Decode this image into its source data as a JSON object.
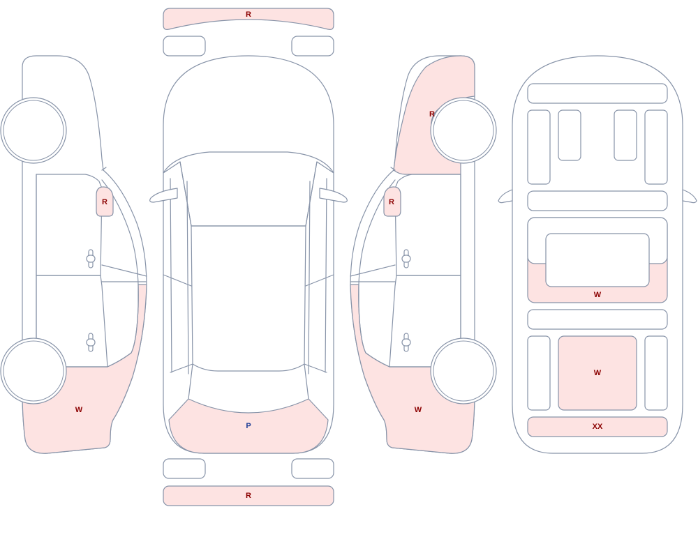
{
  "colors": {
    "damage_fill": "#fde3e2",
    "outline": "#8793a8",
    "code_red": "#8b0000",
    "code_blue": "#1f3f96"
  },
  "markers": {
    "front_bumper": {
      "code": "R",
      "color": "code_red"
    },
    "rear_bumper": {
      "code": "R",
      "color": "code_red"
    },
    "hood_front": {
      "code": "P",
      "color": "code_blue"
    },
    "left_mirror": {
      "code": "R",
      "color": "code_red"
    },
    "left_rear_quarter": {
      "code": "W",
      "color": "code_red"
    },
    "right_front_fender": {
      "code": "R",
      "color": "code_red"
    },
    "right_mirror": {
      "code": "R",
      "color": "code_red"
    },
    "right_rear_quarter": {
      "code": "W",
      "color": "code_red"
    },
    "floor_middle_panel": {
      "code": "W",
      "color": "code_red"
    },
    "floor_rear_panel": {
      "code": "W",
      "color": "code_red"
    },
    "floor_rear_sill": {
      "code": "XX",
      "color": "code_red"
    }
  }
}
